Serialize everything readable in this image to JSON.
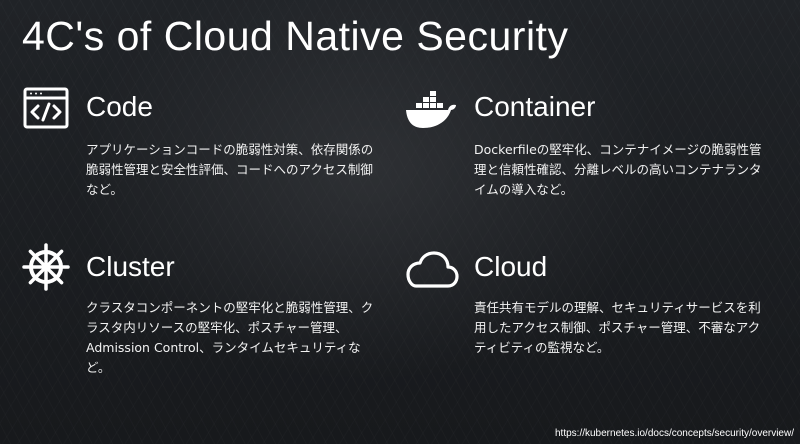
{
  "slide": {
    "title": "4C's of Cloud Native Security",
    "source_link": "https://kubernetes.io/docs/concepts/security/overview/"
  },
  "cards": {
    "code": {
      "title": "Code",
      "icon": "code-icon",
      "description": "アプリケーションコードの脆弱性対策、依存関係の脆弱性管理と安全性評価、コードへのアクセス制御など。"
    },
    "container": {
      "title": "Container",
      "icon": "docker-whale-icon",
      "description": "Dockerfileの堅牢化、コンテナイメージの脆弱性管理と信頼性確認、分離レベルの高いコンテナランタイムの導入など。"
    },
    "cluster": {
      "title": "Cluster",
      "icon": "ship-wheel-icon",
      "description": "クラスタコンポーネントの堅牢化と脆弱性管理、クラスタ内リソースの堅牢化、ポスチャー管理、Admission Control、ランタイムセキュリティなど。"
    },
    "cloud": {
      "title": "Cloud",
      "icon": "cloud-icon",
      "description": "責任共有モデルの理解、セキュリティサービスを利用したアクセス制御、ポスチャー管理、不審なアクティビティの監視など。"
    }
  },
  "colors": {
    "background": "#1a1d21",
    "text": "#ffffff"
  }
}
